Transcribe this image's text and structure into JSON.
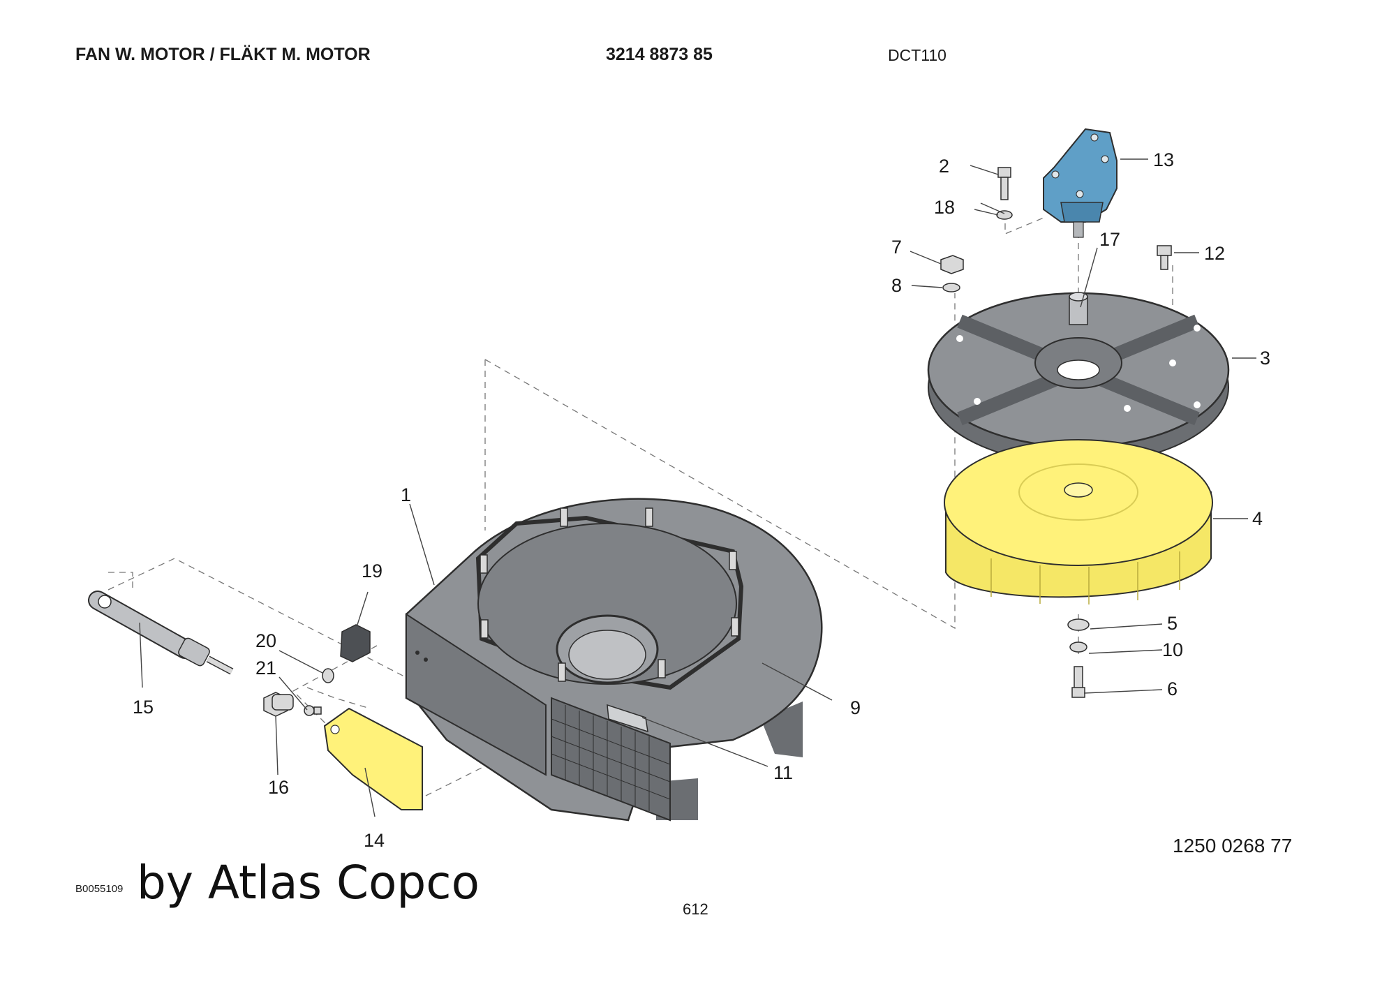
{
  "header": {
    "title": "FAN W. MOTOR / FLÄKT M. MOTOR",
    "part_number": "3214 8873 85",
    "model": "DCT110"
  },
  "callouts": [
    "1",
    "2",
    "3",
    "4",
    "5",
    "6",
    "7",
    "8",
    "9",
    "10",
    "11",
    "12",
    "13",
    "14",
    "15",
    "16",
    "17",
    "18",
    "19",
    "20",
    "21"
  ],
  "footer": {
    "figure_id": "B0055109",
    "watermark": "by Atlas Copco",
    "page_number": "612",
    "reference_number": "1250 0268 77"
  },
  "colors": {
    "housing": "#8f9296",
    "housing_dark": "#6b6e72",
    "impeller": "#fff27a",
    "motor_bracket": "#5f9fc7",
    "line": "#3a3a3a"
  }
}
